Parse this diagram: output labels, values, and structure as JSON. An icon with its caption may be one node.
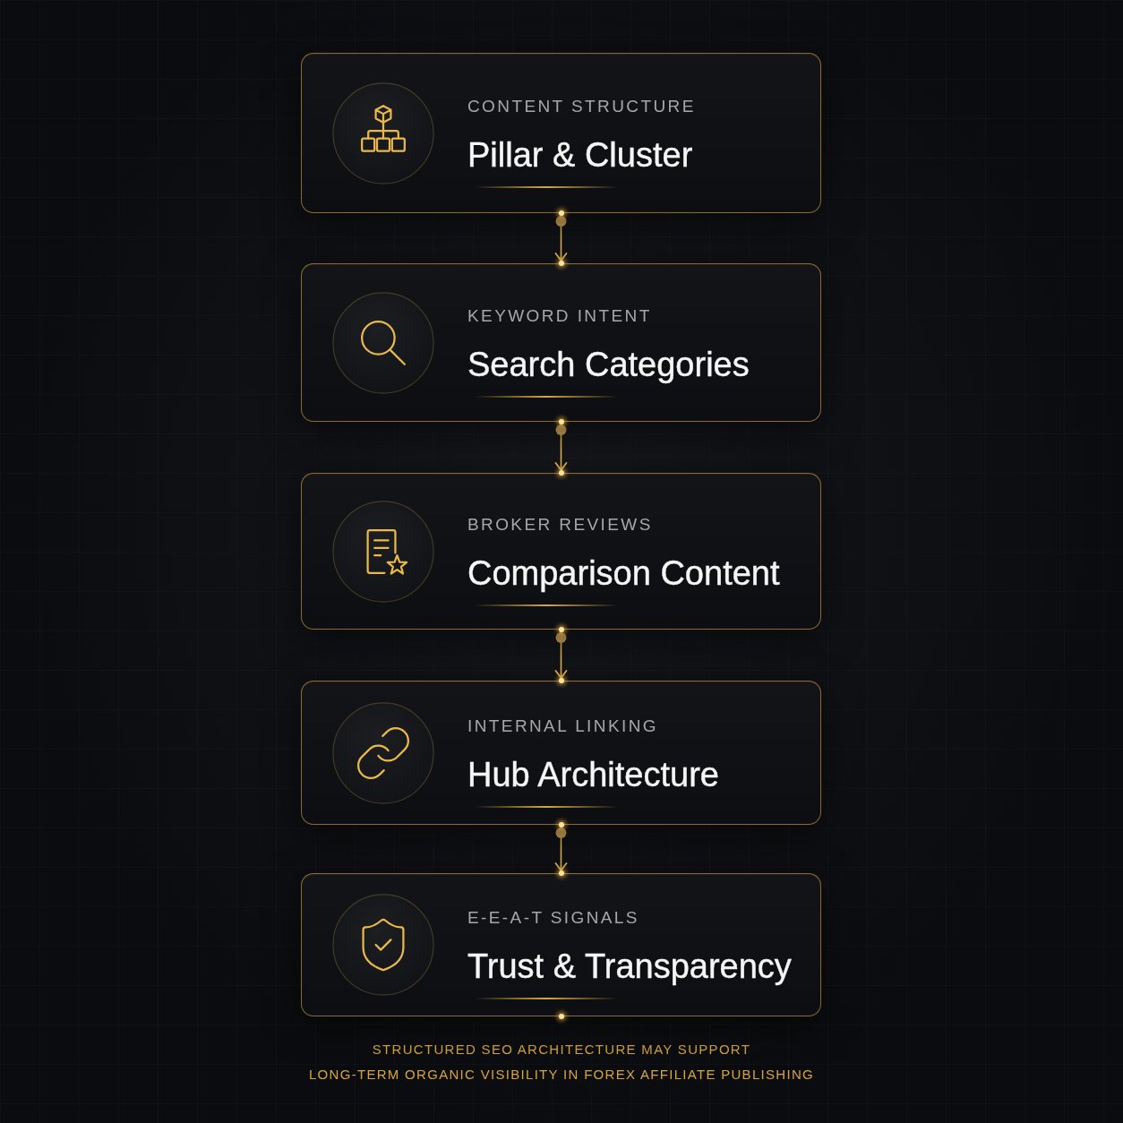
{
  "diagram": {
    "nodes": [
      {
        "text": [
          "CONTENT STRUCTURE",
          "Pillar & Cluster"
        ]
      },
      {
        "text": [
          "KEYWORD INTENT",
          "Search Categories"
        ]
      },
      {
        "text": [
          "BROKER REVIEWS",
          "Comparison Content"
        ]
      },
      {
        "text": [
          "INTERNAL LINKING",
          "Hub Architecture"
        ]
      },
      {
        "text": [
          "E-E-A-T SIGNALS",
          "Trust & Transparency"
        ]
      }
    ],
    "edges": [
      {
        "from": 0,
        "to": 1,
        "arrow": "to"
      },
      {
        "from": 1,
        "to": 2,
        "arrow": "to"
      },
      {
        "from": 2,
        "to": 3,
        "arrow": "to"
      },
      {
        "from": 3,
        "to": 4,
        "arrow": "to"
      }
    ],
    "caption": "STRUCTURED SEO ARCHITECTURE MAY SUPPORT LONG-TERM ORGANIC VISIBILITY IN FOREX AFFILIATE PUBLISHING"
  }
}
